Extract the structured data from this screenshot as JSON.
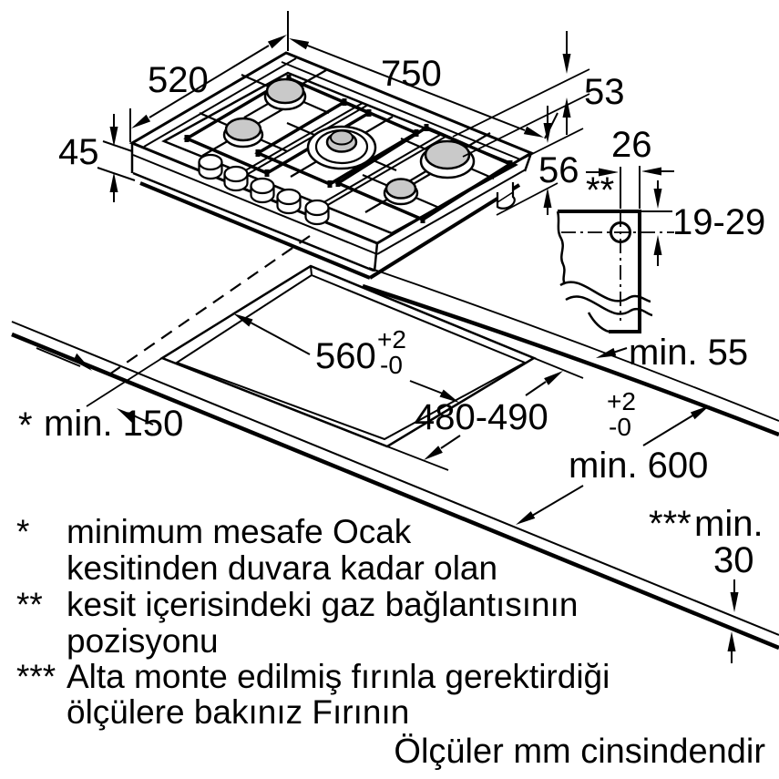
{
  "labels": {
    "depth": "520",
    "width": "750",
    "height": "45",
    "edge": "53",
    "install": "56",
    "gas_h": "26",
    "gas_ref": "**",
    "gas_v": "19-29",
    "min_rear": "min. 55",
    "cut_w": "560",
    "cut_w_plus": "+2",
    "cut_w_minus": "-0",
    "cut_d": "480-490",
    "cut_d_plus": "+2",
    "cut_d_minus": "-0",
    "wall_ref": "*",
    "wall": "min. 150",
    "counter": "min. 600",
    "clear_ref": "***",
    "clear": "min.",
    "clear_v": "30"
  },
  "footnotes": [
    {
      "marker": "*",
      "text1": "minimum mesafe Ocak",
      "text2": "kesitinden duvara kadar olan"
    },
    {
      "marker": "**",
      "text1": "kesit içerisindeki gaz bağlantısının",
      "text2": "pozisyonu"
    },
    {
      "marker": "***",
      "text1": "Alta monte edilmiş fırınla gerektirdiği",
      "text2": "ölçülere bakınız Fırının"
    }
  ],
  "units_note": "Ölçüler mm cinsindendir",
  "colors": {
    "line": "#000000",
    "burner_cap": "#c9c9c9",
    "background": "#ffffff"
  }
}
